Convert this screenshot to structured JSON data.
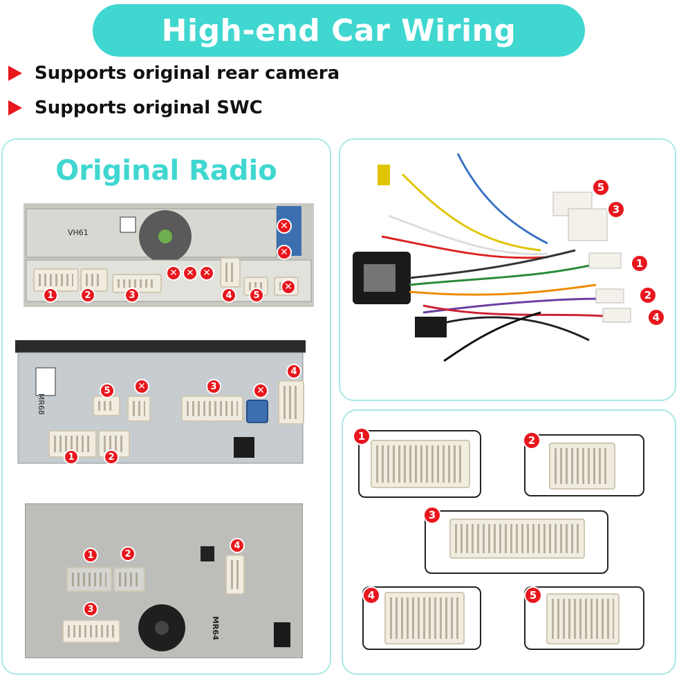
{
  "banner": {
    "title": "High-end Car Wiring"
  },
  "features": [
    "Supports original rear camera",
    "Supports original SWC"
  ],
  "left_panel": {
    "title": "Original Radio",
    "units": [
      {
        "model_label": "VH61"
      },
      {
        "model_label": "MR68"
      },
      {
        "model_label": "MR64"
      }
    ]
  },
  "badges": {
    "n1": "1",
    "n2": "2",
    "n3": "3",
    "n4": "4",
    "n5": "5",
    "x": "✕"
  },
  "colors": {
    "accent": "#3fd7d0",
    "panel_border": "#a9e8e4",
    "badge_red": "#e8161d"
  }
}
